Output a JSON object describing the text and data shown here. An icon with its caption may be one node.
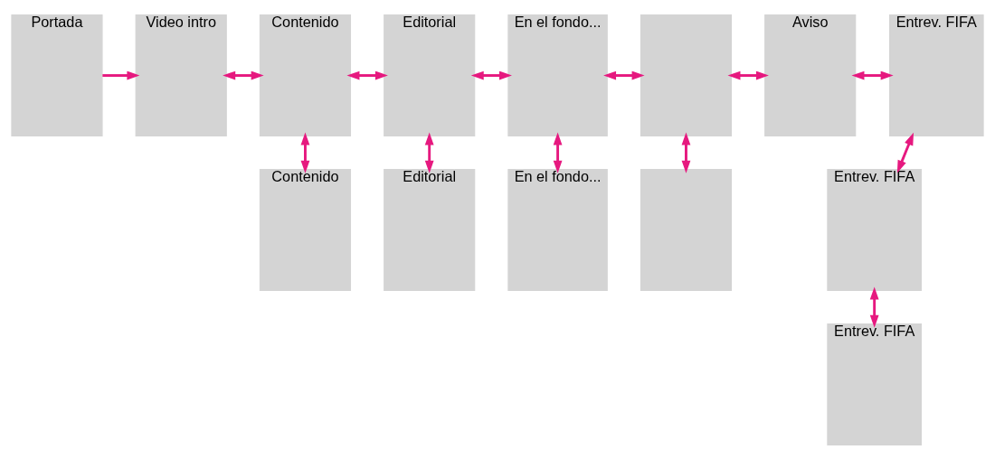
{
  "diagram": {
    "nodes": [
      {
        "text": [
          "Portada"
        ]
      },
      {
        "text": [
          "Video intro"
        ]
      },
      {
        "text": [
          "Contenido"
        ]
      },
      {
        "text": [
          "Editorial"
        ]
      },
      {
        "text": [
          "En el fondo..."
        ]
      },
      {
        "text": [],
        "shape": "box"
      },
      {
        "text": [
          "Aviso"
        ]
      },
      {
        "text": [
          "Entrev. FIFA"
        ]
      },
      {
        "text": [
          "Contenido"
        ]
      },
      {
        "text": [
          "Editorial"
        ]
      },
      {
        "text": [
          "En el fondo..."
        ]
      },
      {
        "text": [],
        "shape": "box"
      },
      {
        "text": [
          "Entrev. FIFA"
        ]
      },
      {
        "text": [
          "Entrev. FIFA"
        ]
      }
    ],
    "edges": [
      {
        "from": 0,
        "to": 1,
        "arrow": "to"
      },
      {
        "from": 1,
        "to": 2,
        "arrow": "both"
      },
      {
        "from": 2,
        "to": 3,
        "arrow": "both"
      },
      {
        "from": 3,
        "to": 4,
        "arrow": "both"
      },
      {
        "from": 4,
        "to": 5,
        "arrow": "both"
      },
      {
        "from": 5,
        "to": 6,
        "arrow": "both"
      },
      {
        "from": 6,
        "to": 7,
        "arrow": "both"
      },
      {
        "from": 2,
        "to": 8,
        "arrow": "both"
      },
      {
        "from": 3,
        "to": 9,
        "arrow": "both"
      },
      {
        "from": 4,
        "to": 10,
        "arrow": "both"
      },
      {
        "from": 5,
        "to": 11,
        "arrow": "both"
      },
      {
        "from": 7,
        "to": 12,
        "arrow": "both"
      },
      {
        "from": 12,
        "to": 13,
        "arrow": "both"
      }
    ]
  }
}
